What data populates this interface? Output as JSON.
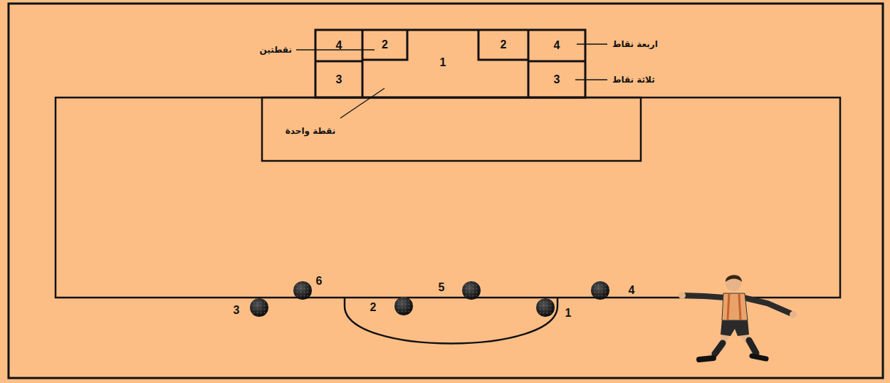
{
  "diagram": {
    "nodes": [
      {
        "text": [
          "4"
        ]
      },
      {
        "text": [
          "2"
        ]
      },
      {
        "text": [
          "2"
        ]
      },
      {
        "text": [
          "4"
        ]
      },
      {
        "text": [
          "3"
        ]
      },
      {
        "text": [
          "1"
        ]
      },
      {
        "text": [
          "3"
        ]
      }
    ],
    "labels": [
      "نقطتين",
      "اربعة نقاط",
      "ثلاثة نقاط",
      "نقطة واحدة",
      "6",
      "5",
      "4",
      "3",
      "2",
      "1"
    ]
  }
}
